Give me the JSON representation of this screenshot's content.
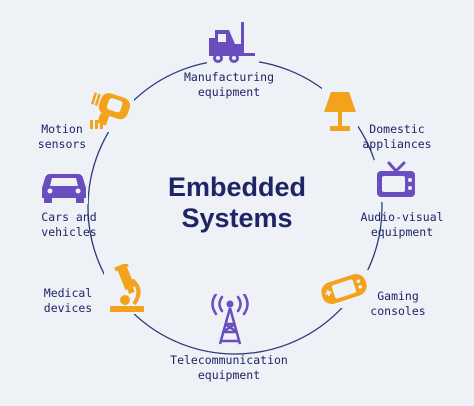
{
  "title": {
    "line1": "Embedded",
    "line2": "Systems"
  },
  "colors": {
    "purple": "#6a4dbf",
    "orange": "#f3a21b",
    "text": "#1e2566",
    "ring": "#2b3a78"
  },
  "nodes": [
    {
      "id": "manufacturing",
      "icon": "forklift-icon",
      "lines": [
        "Manufacturing",
        "equipment"
      ]
    },
    {
      "id": "domestic",
      "icon": "lamp-icon",
      "lines": [
        "Domestic",
        "appliances"
      ]
    },
    {
      "id": "audio-visual",
      "icon": "tv-icon",
      "lines": [
        "Audio-visual",
        "equipment"
      ]
    },
    {
      "id": "gaming",
      "icon": "game-console-icon",
      "lines": [
        "Gaming",
        "consoles"
      ]
    },
    {
      "id": "telecommunication",
      "icon": "antenna-tower-icon",
      "lines": [
        "Telecommunication",
        "equipment"
      ]
    },
    {
      "id": "medical",
      "icon": "microscope-icon",
      "lines": [
        "Medical",
        "devices"
      ]
    },
    {
      "id": "cars",
      "icon": "car-icon",
      "lines": [
        "Cars and",
        "vehicles"
      ]
    },
    {
      "id": "motion",
      "icon": "motion-sensor-icon",
      "lines": [
        "Motion",
        "sensors"
      ]
    }
  ]
}
